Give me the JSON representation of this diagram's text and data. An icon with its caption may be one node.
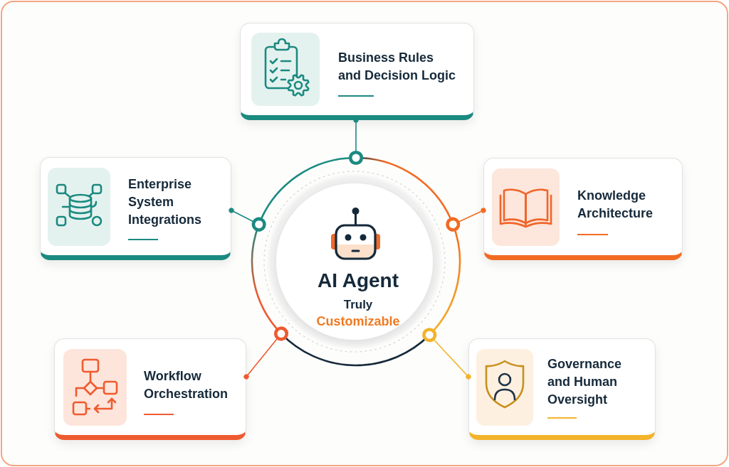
{
  "diagram": {
    "nodes": [
      {
        "text": [
          "Business Rules and Decision Logic"
        ]
      },
      {
        "text": [
          "Enterprise System Integrations"
        ]
      },
      {
        "text": [
          "Knowledge Architecture"
        ]
      },
      {
        "text": [
          "AI Agent",
          "Truly",
          "Customizable"
        ]
      },
      {
        "text": [
          "Workflow Orchestration"
        ]
      },
      {
        "text": [
          "Governance and Human Oversight"
        ]
      }
    ],
    "edges": [
      {
        "from": 3,
        "to": 0,
        "arrow": "other",
        "color": "#1b8a80"
      },
      {
        "from": 3,
        "to": 1,
        "arrow": "other",
        "color": "#1b8a80"
      },
      {
        "from": 3,
        "to": 2,
        "arrow": "other",
        "color": "#f26b22"
      },
      {
        "from": 3,
        "to": 4,
        "arrow": "other",
        "color": "#ee5a30"
      },
      {
        "from": 3,
        "to": 5,
        "arrow": "other",
        "color": "#f3b32b"
      }
    ]
  }
}
